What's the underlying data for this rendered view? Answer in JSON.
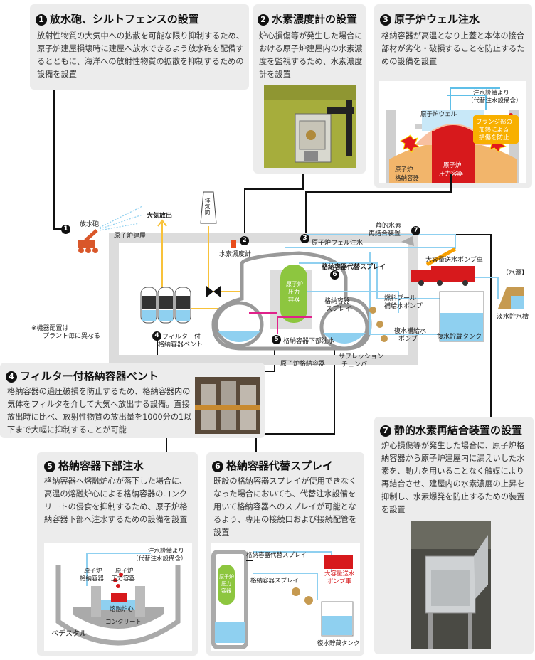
{
  "sections": [
    {
      "num": "1",
      "title": "放水砲、シルトフェンスの設置",
      "body": "放射性物質の大気中への拡散を可能な限り抑制するため、原子炉建屋損壊時に建屋へ放水できるよう放水砲を配備するとともに、海洋への放射性物質の拡散を抑制するための設備を設置"
    },
    {
      "num": "2",
      "title": "水素濃度計の設置",
      "body": "炉心損傷等が発生した場合における原子炉建屋内の水素濃度を監視するため、水素濃度計を設置"
    },
    {
      "num": "3",
      "title": "原子炉ウェル注水",
      "body": "格納容器が高温となり上蓋と本体の接合部材が劣化・破損することを防止するための設備を設置"
    },
    {
      "num": "4",
      "title": "フィルター付格納容器ベント",
      "body": "格納容器の過圧破損を防止するため、格納容器内の気体をフィルタを介して大気へ放出する設備。直接放出時に比べ、放射性物質の放出量を1000分の1以下まで大幅に抑制することが可能"
    },
    {
      "num": "5",
      "title": "格納容器下部注水",
      "body": "格納容器へ熔融炉心が落下した場合に、高温の熔融炉心による格納容器のコンクリートの侵食を抑制するため、原子炉格納容器下部へ注水するための設備を設置"
    },
    {
      "num": "6",
      "title": "格納容器代替スプレイ",
      "body": "既設の格納容器スプレイが使用できなくなった場合においても、代替注水設備を用いて格納容器へのスプレイが可能となるよう、専用の接続口および接続配管を設置"
    },
    {
      "num": "7",
      "title": "静的水素再結合装置の設置",
      "body": "炉心損傷等が発生した場合に、原子炉格納容器から原子炉建屋内に漏えいした水素を、動力を用いることなく触媒により再結合させ、建屋内の水素濃度の上昇を抑制し、水素爆発を防止するための装置を設置"
    }
  ],
  "diagram": {
    "houshuihou": "放水砲",
    "reactor_building": "原子炉建屋",
    "atmosphere": "大気放出",
    "stack": "排気筒",
    "h2_meter": "水素濃度計",
    "well_injection": "原子炉ウェル注水",
    "recombiner_1": "静的水素",
    "recombiner_2": "再結合装置",
    "alt_spray": "格納容器代替スプレイ",
    "rpv_1": "原子炉",
    "rpv_2": "圧力",
    "rpv_3": "容器",
    "cv_spray_1": "格納容器",
    "cv_spray_2": "スプレイ",
    "pool_pump_1": "燃料プール",
    "pool_pump_2": "補給水ポンプ",
    "pump_truck": "大容量送水ポンプ車",
    "water_source": "【水源】",
    "makeup_pump_1": "復水補給水",
    "makeup_pump_2": "ポンプ",
    "storage_tank": "復水貯蔵タンク",
    "fresh_water": "淡水貯水槽",
    "lower_injection": "格納容器下部注水",
    "pcv": "原子炉格納容器",
    "suppression_1": "サプレッション",
    "suppression_2": "チェンバ",
    "note_1": "※機器配置は",
    "note_2": "プラント毎に異なる",
    "filter_vent_1": "フィルター付",
    "filter_vent_2": "格納容器ベント"
  },
  "well_diagram": {
    "supply_1": "注水設備より",
    "supply_2": "（代替注水設備含）",
    "well": "原子炉ウェル",
    "flange_1": "フランジ部の",
    "flange_2": "加熱による",
    "flange_3": "損傷を防止",
    "cv_1": "原子炉",
    "cv_2": "格納容器",
    "rpv_1": "原子炉",
    "rpv_2": "圧力容器"
  },
  "lower_diagram": {
    "supply_1": "注水設備より",
    "supply_2": "（代替注水設備含）",
    "cv_1": "原子炉",
    "cv_2": "格納容器",
    "rpv_1": "原子炉",
    "rpv_2": "圧力容器",
    "core": "熔融炉心",
    "pedestal": "ペデスタル",
    "concrete": "コンクリート"
  },
  "spray_diagram": {
    "alt_spray": "格納容器代替スプレイ",
    "cv_spray": "格納容器スプレイ",
    "truck_1": "大容量送水",
    "truck_2": "ポンプ車",
    "rpv_1": "原子炉",
    "rpv_2": "圧力",
    "rpv_3": "容器",
    "tank": "復水貯蔵タンク"
  },
  "markers": [
    "1",
    "2",
    "3",
    "4",
    "5",
    "6",
    "7"
  ],
  "colors": {
    "water": "#8fd0f0",
    "core": "#8dc63f",
    "red": "#d7191c",
    "orange": "#f2b56b",
    "yellow": "#f8c23a",
    "box": "#ececec"
  }
}
